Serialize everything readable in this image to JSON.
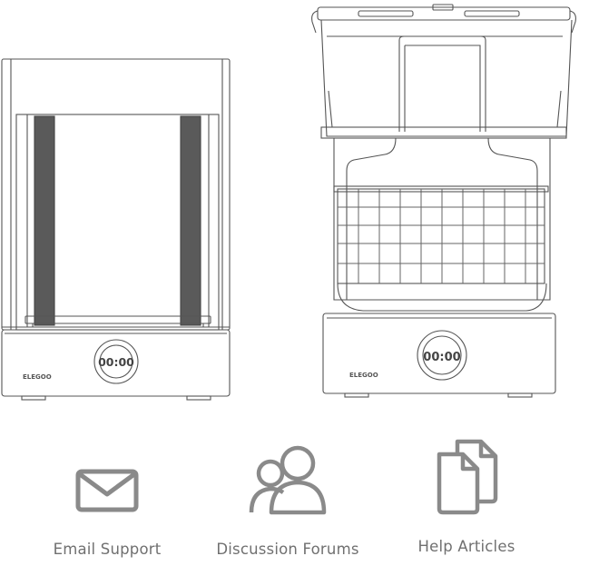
{
  "products": {
    "left": {
      "brand": "ELEGOO",
      "timer": "00:00"
    },
    "right": {
      "brand": "ELEGOO",
      "timer": "00:00"
    }
  },
  "support": {
    "items": [
      {
        "label": "Email Support",
        "icon": "envelope-icon"
      },
      {
        "label": "Discussion Forums",
        "icon": "users-icon"
      },
      {
        "label": "Help Articles",
        "icon": "documents-icon"
      }
    ]
  },
  "colors": {
    "line": "#555555",
    "icon": "#8a8a8a",
    "label": "#707070",
    "slot": "#5a5a5a"
  }
}
